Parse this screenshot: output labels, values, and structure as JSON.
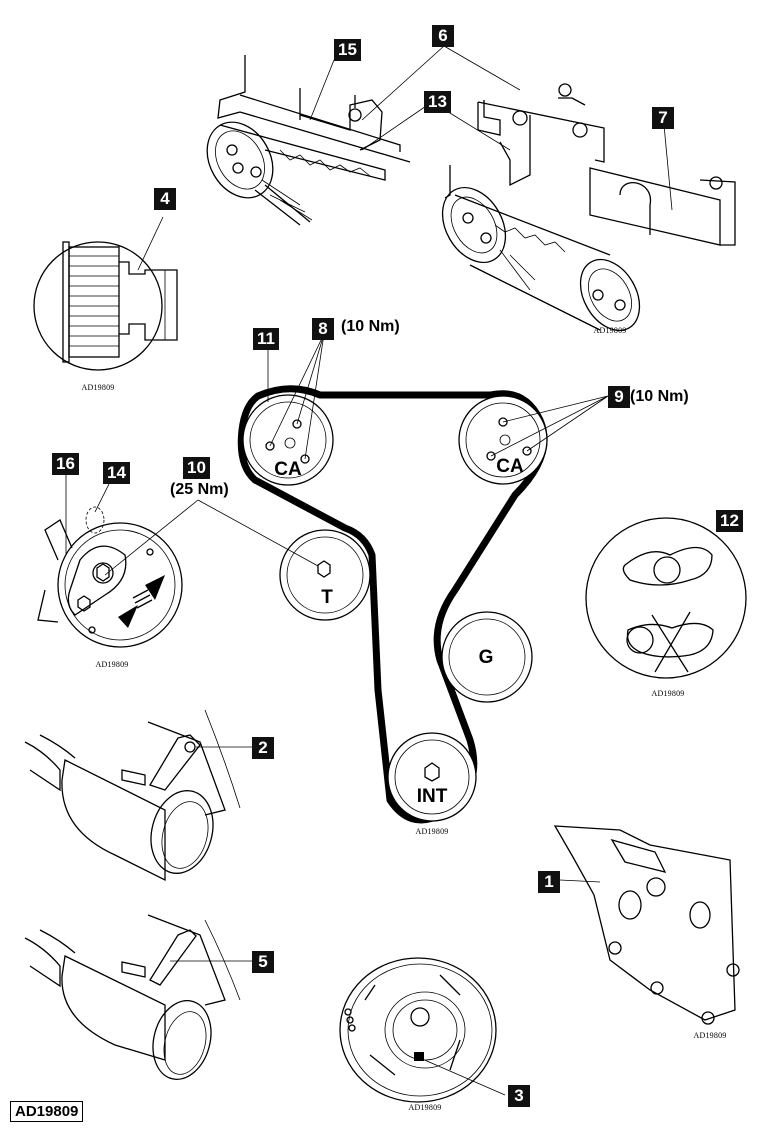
{
  "figure_id": "AD19809",
  "panel_ref": "AD19809",
  "callouts": {
    "c1": "1",
    "c2": "2",
    "c3": "3",
    "c4": "4",
    "c5": "5",
    "c6": "6",
    "c7": "7",
    "c8": "8",
    "c9": "9",
    "c10": "10",
    "c11": "11",
    "c12": "12",
    "c13": "13",
    "c14": "14",
    "c15": "15",
    "c16": "16"
  },
  "torques": {
    "t8": "(10 Nm)",
    "t9": "(10 Nm)",
    "t10": "(25 Nm)"
  },
  "pulleys": {
    "cam_left": "CA",
    "cam_right": "CA",
    "tensioner": "T",
    "water_pump": "G",
    "intermediate": "INT"
  }
}
